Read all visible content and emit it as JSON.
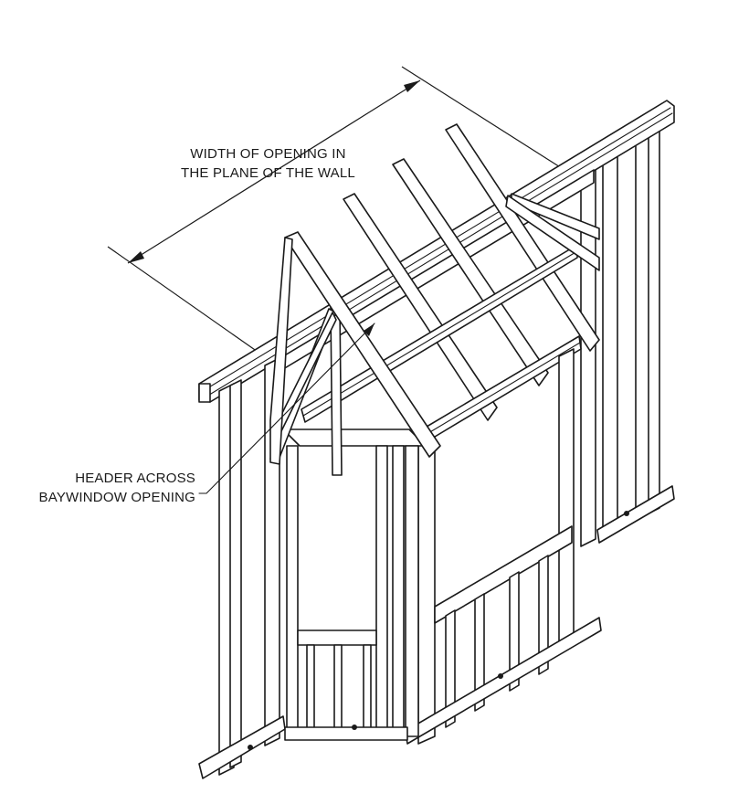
{
  "labels": {
    "width_of_opening": [
      "WIDTH OF OPENING IN",
      "THE PLANE OF THE WALL"
    ],
    "header_across": [
      "HEADER ACROSS",
      "BAYWINDOW OPENING"
    ]
  },
  "colors": {
    "line": "#1a1a1a",
    "background": "#ffffff"
  }
}
